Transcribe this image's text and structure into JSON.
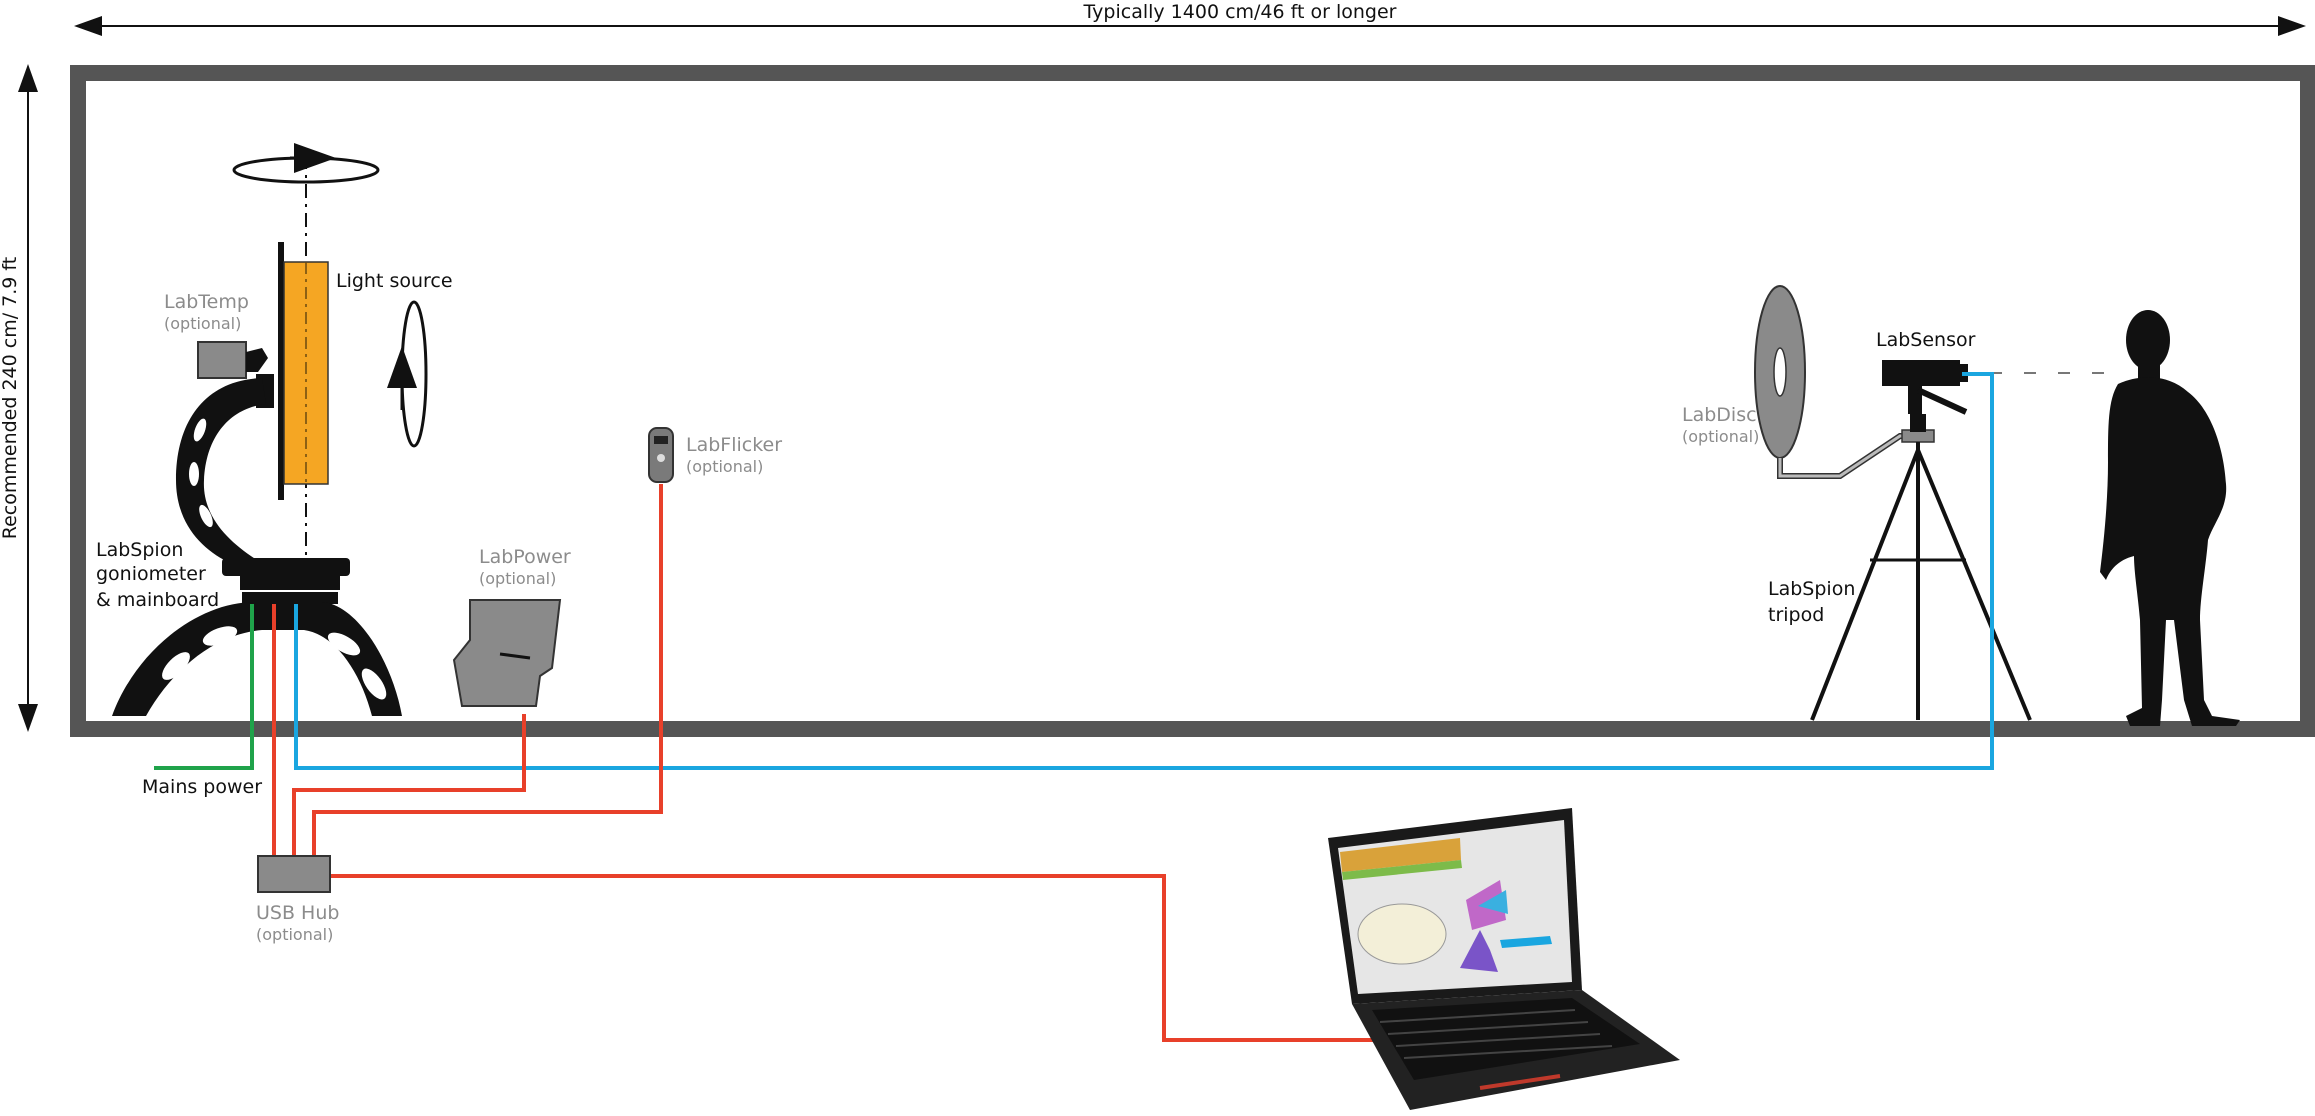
{
  "dimensions": {
    "width_label": "Typically 1400 cm/46 ft or longer",
    "height_label": "Recommended 240 cm/ 7.9 ft"
  },
  "components": {
    "light_source": "Light source",
    "labtemp": {
      "name": "LabTemp",
      "note": "(optional)"
    },
    "labspion_goniometer": [
      "LabSpion",
      "goniometer",
      "& mainboard"
    ],
    "labpower": {
      "name": "LabPower",
      "note": "(optional)"
    },
    "labflicker": {
      "name": "LabFlicker",
      "note": "(optional)"
    },
    "labdisc": {
      "name": "LabDisc",
      "note": "(optional)"
    },
    "labsensor": "LabSensor",
    "labspion_tripod": [
      "LabSpion",
      "tripod"
    ],
    "mains_power": "Mains power",
    "usb_hub": {
      "name": "USB Hub",
      "note": "(optional)"
    }
  },
  "colors": {
    "room_wall": "#555555",
    "light_source_fill": "#f5a623",
    "usb_cable": "#e8402a",
    "data_cable": "#1aa6e0",
    "power_cable": "#1fa34a",
    "equipment": "#111111",
    "optional_text": "#8c8c8c"
  },
  "icons": {
    "rotation_horizontal": "rotate-horizontal-arrow-icon",
    "rotation_vertical": "rotate-vertical-arrow-icon",
    "person": "person-silhouette-icon",
    "laptop": "laptop-icon"
  }
}
